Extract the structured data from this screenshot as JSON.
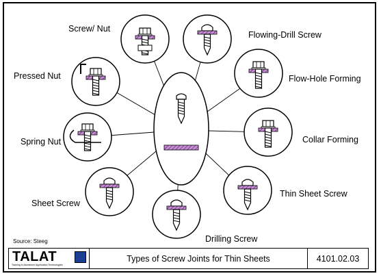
{
  "labels": {
    "screw_nut": "Screw/ Nut",
    "flowing_drill": "Flowing-Drill Screw",
    "pressed_nut": "Pressed Nut",
    "flow_hole": "Flow-Hole Forming",
    "spring_nut": "Spring Nut",
    "collar_forming": "Collar Forming",
    "thin_sheet": "Thin Sheet Screw",
    "sheet_screw": "Sheet Screw",
    "drilling_screw": "Drilling Screw"
  },
  "source": "Source: Steeg",
  "footer": {
    "logo": "TALAT",
    "logo_tagline": "Training in Aluminium Application Technologies",
    "title": "Types of Screw Joints for Thin Sheets",
    "code": "4101.02.03"
  },
  "colors": {
    "sheet_fill": "#c78ad6",
    "logo_blue": "#1c3f94"
  }
}
